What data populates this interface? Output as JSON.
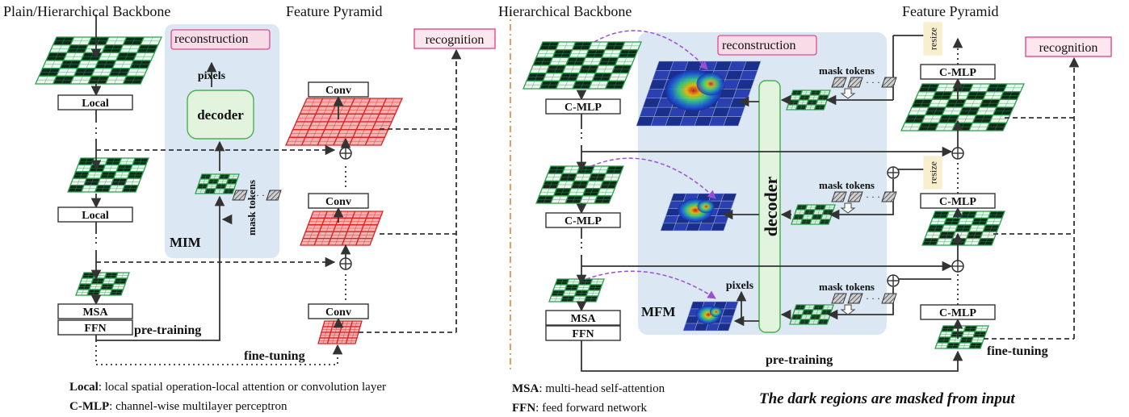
{
  "left": {
    "title_backbone": "Plain/Hierarchical Backbone",
    "title_pyramid": "Feature Pyramid",
    "reconstruction": "reconstruction",
    "recognition": "recognition",
    "pixels": "pixels",
    "decoder": "decoder",
    "mask_tokens": "mask tokens",
    "mim": "MIM",
    "local_1": "Local",
    "local_2": "Local",
    "msa": "MSA",
    "ffn": "FFN",
    "conv_1": "Conv",
    "conv_2": "Conv",
    "conv_3": "Conv",
    "pretraining": "pre-training",
    "finetuning": "fine-tuning"
  },
  "right": {
    "title_backbone": "Hierarchical Backbone",
    "title_pyramid": "Feature Pyramid",
    "reconstruction": "reconstruction",
    "recognition": "recognition",
    "resize_1": "resize",
    "resize_2": "resize",
    "cmlp_1": "C-MLP",
    "cmlp_2": "C-MLP",
    "cmlp_top": "C-MLP",
    "cmlp_mid": "C-MLP",
    "cmlp_bot": "C-MLP",
    "msa": "MSA",
    "ffn": "FFN",
    "decoder": "decoder",
    "mask_tokens_1": "mask tokens",
    "mask_tokens_2": "mask tokens",
    "mask_tokens_3": "mask tokens",
    "pixels": "pixels",
    "mfm": "MFM",
    "pretraining": "pre-training",
    "finetuning": "fine-tuning"
  },
  "legend": {
    "local_key": "Local",
    "local_desc": ": local spatial operation-local attention or convolution layer",
    "cmlp_key": "C-MLP",
    "cmlp_desc": ": channel-wise multilayer perceptron",
    "msa_key": "MSA",
    "msa_desc": ": multi-head self-attention",
    "ffn_key": "FFN",
    "ffn_desc": ": feed forward network",
    "note": "The dark regions are masked from input"
  },
  "colors": {
    "green": "#2e9e4f",
    "dark": "#0f2a18",
    "red": "#e02020",
    "blue_panel": "#dbe8f4",
    "purple": "#9b4fd4",
    "orange": "#e8823a"
  }
}
